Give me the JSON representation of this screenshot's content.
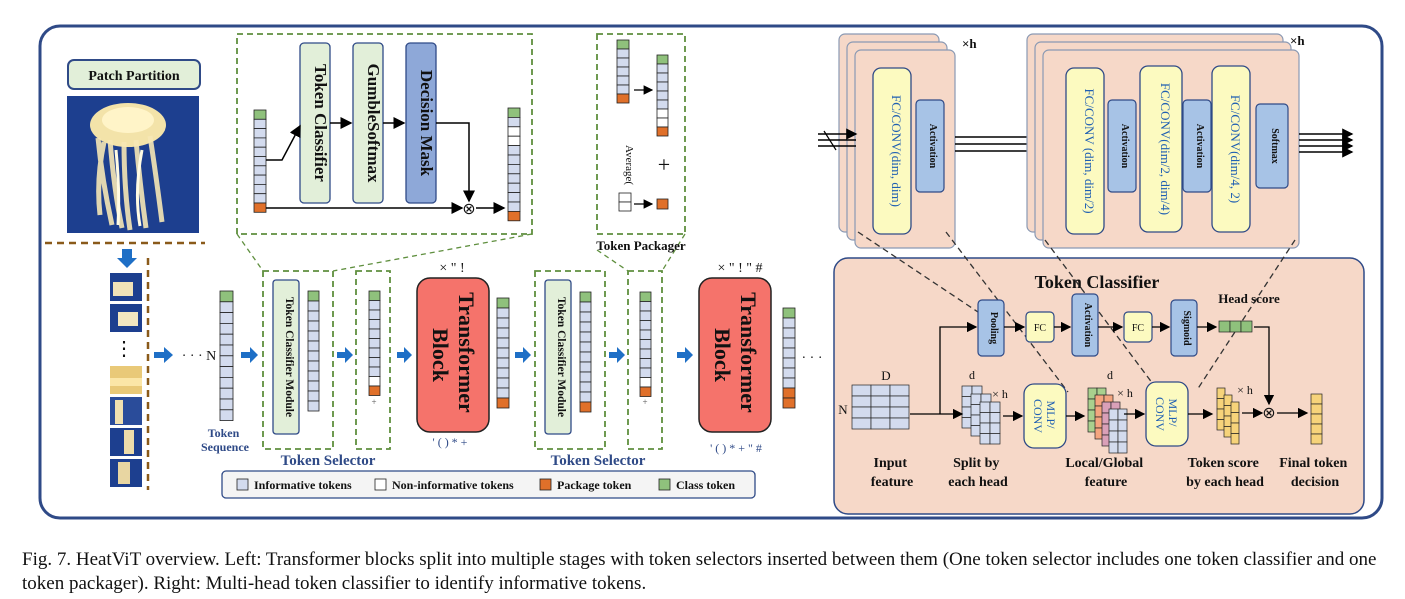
{
  "colors": {
    "frame": "#2f4a87",
    "token_blue": "#d3dbee",
    "token_white": "#ffffff",
    "token_orange": "#e0702a",
    "token_green": "#8fc17c",
    "module_green": "#e2efd9",
    "decision_blue": "#8ea8d8",
    "transformer_red": "#f5736b",
    "salmon_panel": "#f6d8c8",
    "fc_yellow": "#fcfac0",
    "activation_blue": "#a7c3e6",
    "dashed_green": "#5f8f3e",
    "fc_text_blue": "#1f5fb2",
    "selector_blue": "#2f4a87"
  },
  "left": {
    "patch_partition": "Patch Partition",
    "dots_n": "· · · N",
    "vdots": "⋮",
    "ellipsis": "· · ·",
    "token_sequence": "Token\nSequence",
    "token_classifier_module": "Token Classifier Module",
    "token_selector": "Token Selector",
    "transformer_block": "Transformer\nBlock",
    "garble_top_1": "× \" !",
    "garble_bottom_1": "' ( ) * +",
    "garble_top_2": "× \" ! \" #",
    "garble_bottom_2": "' ( ) * + \" #",
    "selector_detail": {
      "token_classifier": "Token Classifier",
      "gumble_softmax": "GumbleSoftmax",
      "decision_mask": "Decision Mask",
      "otimes": "⊗"
    },
    "packager": {
      "title": "Token Packager",
      "average": "Average(",
      "plus": "+",
      "small_plus": "+"
    },
    "legend": {
      "informative": "Informative tokens",
      "non_informative": "Non-informative tokens",
      "package": "Package token",
      "class": "Class token"
    }
  },
  "right": {
    "times_h": "×h",
    "head1": {
      "fc": "FC/CONV(dim, dim)",
      "activation": "Activation"
    },
    "head2": {
      "fc1": "FC/CONV (dim, dim/2)",
      "activation1": "Activation",
      "fc2": "FC/CONV(dim/2, dim/4)",
      "activation2": "Activation",
      "fc3": "FC/CONV(dim/4, 2)",
      "softmax": "Softmax"
    },
    "token_classifier": {
      "title": "Token Classifier",
      "pooling": "Pooling",
      "fc": "FC",
      "activation": "Activation",
      "fc2": "FC",
      "sigmoid": "Sigmoid",
      "head_score": "Head score",
      "mlp_conv": "MLP/\nCONV",
      "d": "D",
      "n": "N",
      "d_small": "d",
      "xh": "× h",
      "otimes": "⊗",
      "input_feature": "Input\nfeature",
      "split_by_each_head": "Split by\neach head",
      "local_global_feature": "Local/Global\nfeature",
      "token_score_by_each_head": "Token score\nby each head",
      "final_token_decision": "Final token\ndecision"
    }
  },
  "caption": "Fig. 7.  HeatViT overview. Left: Transformer blocks split into multiple stages with token selectors inserted between them (One token selector includes one token classifier and one token packager). Right: Multi-head token classifier to identify informative tokens."
}
